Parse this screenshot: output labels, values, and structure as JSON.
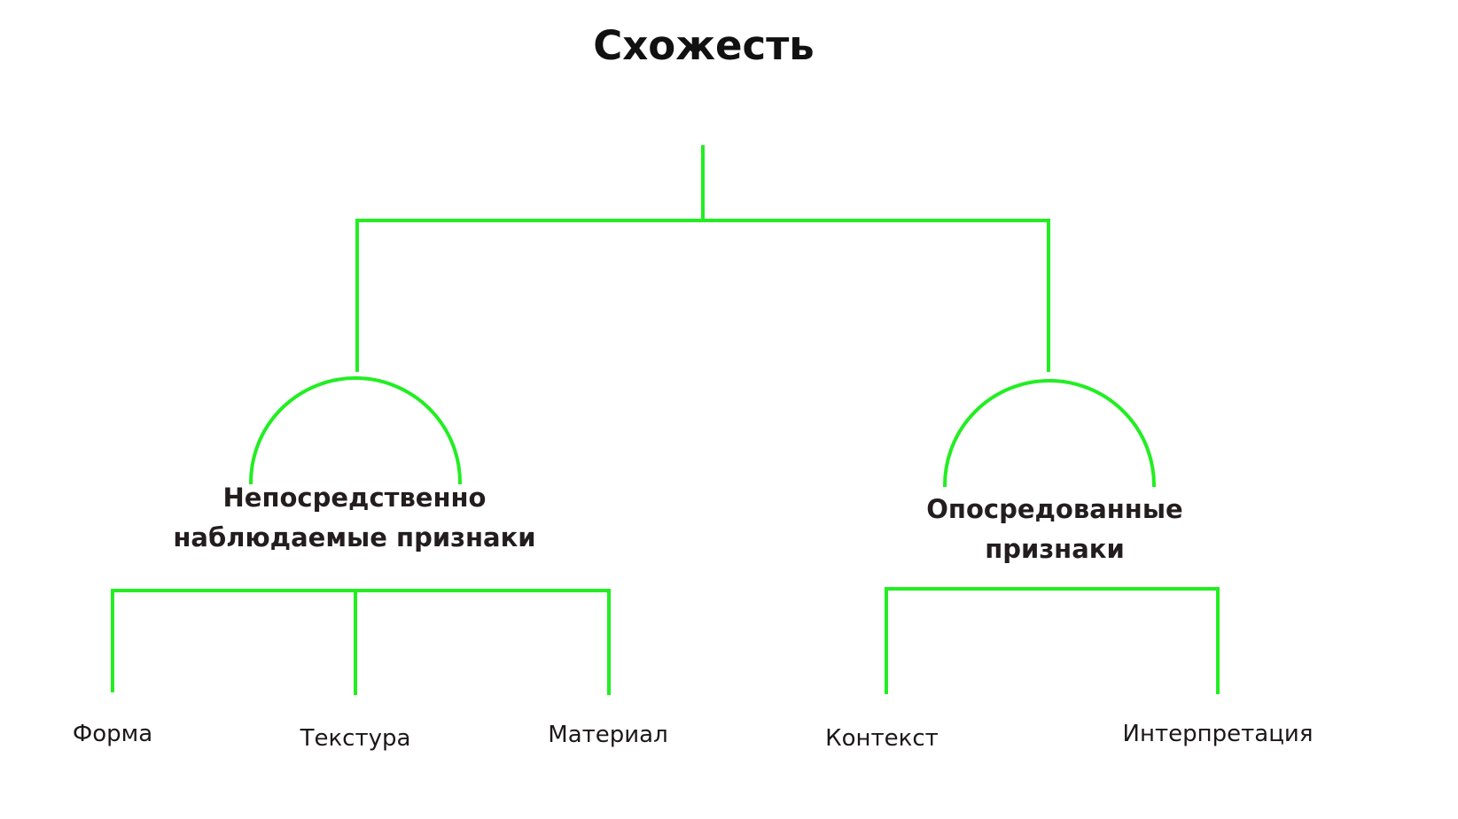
{
  "title": "Схожесть",
  "edge_color": "#22ee22",
  "branches": [
    {
      "label_lines": [
        "Непосредственно",
        "наблюдаемые признаки"
      ],
      "leaves": [
        "Форма",
        "Текстура",
        "Материал"
      ]
    },
    {
      "label_lines": [
        "Опосредованные",
        "признаки"
      ],
      "leaves": [
        "Контекст",
        "Интерпретация"
      ]
    }
  ]
}
